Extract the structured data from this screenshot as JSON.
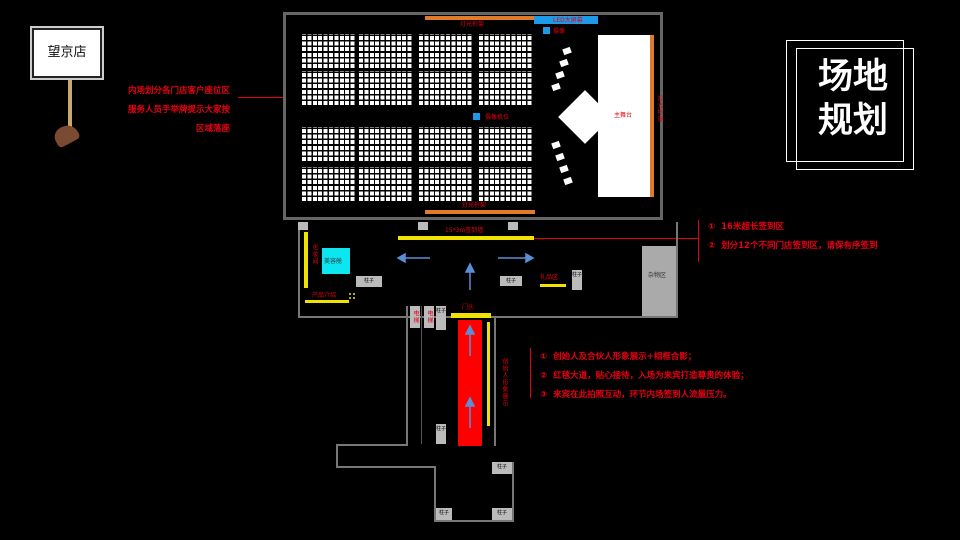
{
  "sign": {
    "text": "望京店"
  },
  "title": {
    "line1": "场地",
    "line2": "规划"
  },
  "left_note": {
    "lines": [
      "内场划分各门店客户座位区",
      "服务人员手举牌提示大家按",
      "区域落座"
    ]
  },
  "signin_notes": [
    {
      "num": "①",
      "text": "16米超长签到区"
    },
    {
      "num": "②",
      "text": "划分12个不同门店签到区，请保有序签到"
    }
  ],
  "carpet_notes": [
    {
      "num": "①",
      "text": "创始人及合伙人形象展示+相框合影；"
    },
    {
      "num": "②",
      "text": "红毯大道，贴心接待，入场为来宾打造尊贵的体验；"
    },
    {
      "num": "③",
      "text": "来宾在此拍照互动，环节内场签到人流量压力。"
    }
  ],
  "labels": {
    "top_truss": "灯光桁架",
    "bottom_truss": "灯光桁架",
    "led_screen": "LED大屏幕",
    "camera_top": "摄像",
    "camera_mid": "摄像机位",
    "main_stage": "主舞台",
    "right_truss": "灯光桁架",
    "signin_wall": "15*3m签到墙",
    "makeup": "化妆间",
    "beauty": "美容舱",
    "product_display": "产品介绍",
    "door": "门头",
    "pillar": "柱子",
    "gift": "礼品区",
    "storage": "杂物区",
    "elevator": "电梯",
    "founder_display": "创始人形象展示"
  },
  "colors": {
    "accent": "#e60012",
    "yellow": "#f2e200",
    "orange": "#e07a2c",
    "blue": "#1e9be8",
    "cyan": "#0be6f0",
    "arrow": "#5a8fd6"
  }
}
